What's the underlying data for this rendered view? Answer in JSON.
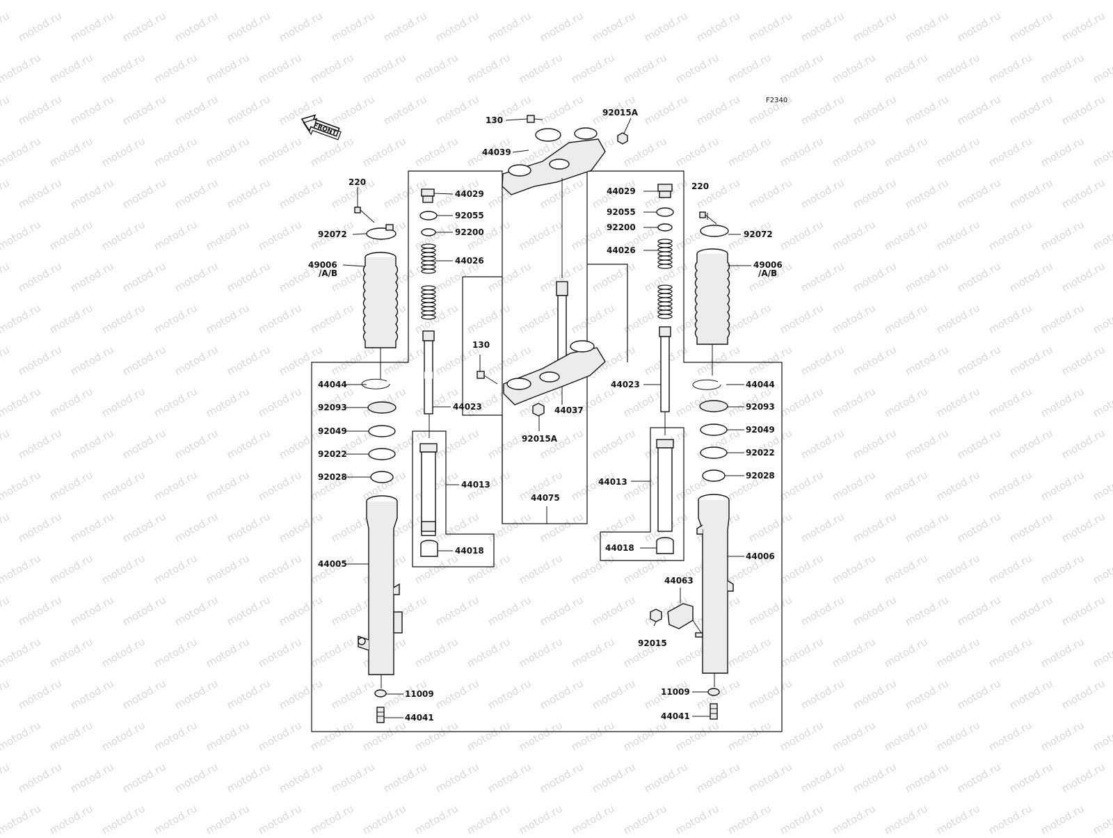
{
  "diagram": {
    "code": "F2340",
    "front_label": "FRONT",
    "watermark": "motod.ru"
  },
  "labels": {
    "l130_top": "130",
    "l92015A_top": "92015A",
    "l44039": "44039",
    "l220_left": "220",
    "l92072_left": "92072",
    "l49006_left": "49006",
    "l49006_left_b": "/A/B",
    "l44044_left": "44044",
    "l92093_left": "92093",
    "l92049_left": "92049",
    "l92022_left": "92022",
    "l92028_left": "92028",
    "l44005": "44005",
    "l11009_left": "11009",
    "l44041_left": "44041",
    "l44029_left": "44029",
    "l92055_left": "92055",
    "l92200_left": "92200",
    "l44026_left": "44026",
    "l44023_left": "44023",
    "l44013_left": "44013",
    "l44018_left": "44018",
    "l130_mid": "130",
    "l44037": "44037",
    "l92015A_bottom": "92015A",
    "l44075": "44075",
    "l44029_right": "44029",
    "l92055_right": "92055",
    "l92200_right": "92200",
    "l44026_right": "44026",
    "l44023_right": "44023",
    "l44013_right": "44013",
    "l44018_right": "44018",
    "l220_right": "220",
    "l92072_right": "92072",
    "l49006_right": "49006",
    "l49006_right_b": "/A/B",
    "l44044_right": "44044",
    "l92093_right": "92093",
    "l92049_right": "92049",
    "l92022_right": "92022",
    "l92028_right": "92028",
    "l44006": "44006",
    "l44063": "44063",
    "l92015": "92015",
    "l11009_right": "11009",
    "l44041_right": "44041"
  }
}
